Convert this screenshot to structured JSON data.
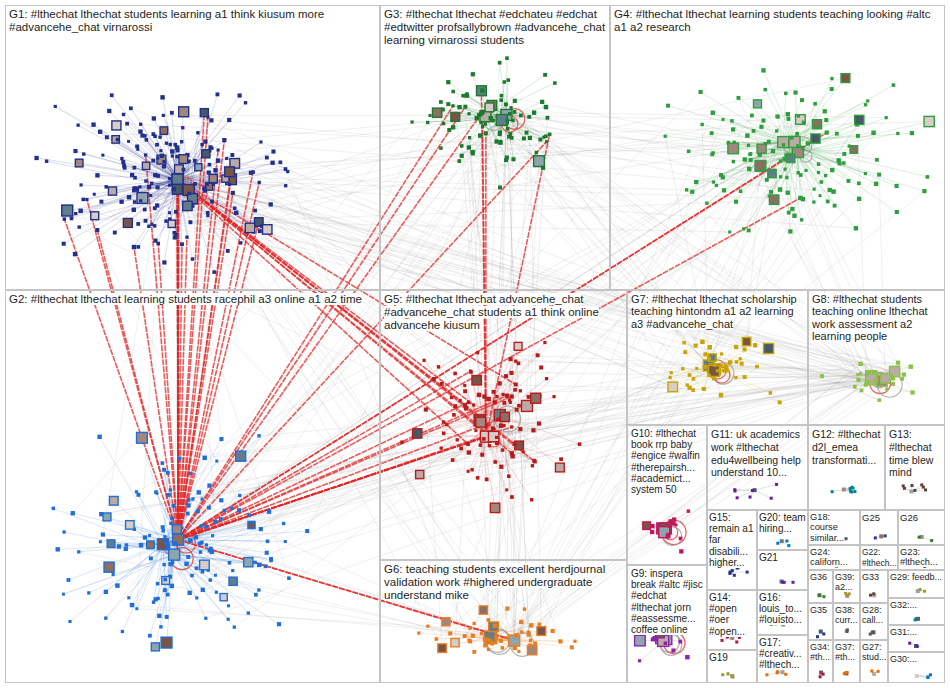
{
  "diagram": {
    "nodes": [
      {
        "text": [
          "G1: #lthechat lthechat students learning a1 think kiusum more #advancehe_chat virnarossi"
        ]
      },
      {
        "text": [
          "G2: #lthechat lthechat learning students racephil a3 online a1 a2 time"
        ]
      },
      {
        "text": [
          "G3: #lthechat lthechat #edchateu #edchat #edtwitter profsallybrown #advancehe_chat learning virnarossi students"
        ]
      },
      {
        "text": [
          "G4: #lthechat lthechat learning students teaching looking #altc a1 a2 research"
        ]
      },
      {
        "text": [
          "G5: #lthechat lthechat advancehe_chat #advancehe_chat students a1 think online advancehe kiusum"
        ]
      },
      {
        "text": [
          "G6: teaching students excellent herdjournal validation work #highered undergraduate understand mike"
        ]
      },
      {
        "text": [
          "G7: #lthechat lthechat scholarship teaching hintondm a1 a2 learning a3 #advancehe_chat"
        ]
      },
      {
        "text": [
          "G8: #lthechat students teaching online lthechat work assessment a2 learning people"
        ]
      },
      {
        "text": [
          "G9: inspera break #altc #jisc #edchat #lthechat jorn #eassessme... coffee online"
        ]
      },
      {
        "text": [
          "G10: #lthechat book rrp baby #engice #walfin #therepairsh... #academict... system 50"
        ]
      },
      {
        "text": [
          "G11: uk academics work #lthechat edu4wellbeing help understand 10..."
        ]
      },
      {
        "text": [
          "G12: #lthechat d2l_emea transformati..."
        ]
      },
      {
        "text": [
          "G13: #lthechat time blew mind"
        ]
      },
      {
        "text": [
          "G14: #open #oer #open..."
        ]
      },
      {
        "text": [
          "G15: remain a1 far disabili... higher..."
        ]
      },
      {
        "text": [
          "G16: louis_to... #louisto..."
        ]
      },
      {
        "text": [
          "G17: #creativ... #lthech..."
        ]
      },
      {
        "text": [
          "G18: course similar..."
        ]
      },
      {
        "text": [
          "G19"
        ]
      },
      {
        "text": [
          "G20: team hiring..."
        ]
      },
      {
        "text": [
          "G21"
        ]
      },
      {
        "text": [
          "G22: #lthech..."
        ]
      },
      {
        "text": [
          "G23: #lthech..."
        ]
      },
      {
        "text": [
          "G24: californ..."
        ]
      },
      {
        "text": [
          "G25"
        ]
      },
      {
        "text": [
          "G26"
        ]
      },
      {
        "text": [
          "G27: stud..."
        ]
      },
      {
        "text": [
          "G28: call..."
        ]
      },
      {
        "text": [
          "G29: feedb..."
        ]
      },
      {
        "text": [
          "G30:..."
        ]
      },
      {
        "text": [
          "G31:..."
        ]
      },
      {
        "text": [
          "G32:..."
        ]
      },
      {
        "text": [
          "G33"
        ]
      },
      {
        "text": [
          "G34: #th..."
        ]
      },
      {
        "text": [
          "G35"
        ]
      },
      {
        "text": [
          "G36"
        ]
      },
      {
        "text": [
          "G37: #th..."
        ]
      },
      {
        "text": [
          "G38: curr..."
        ]
      },
      {
        "text": [
          "G39: a2..."
        ]
      }
    ]
  }
}
